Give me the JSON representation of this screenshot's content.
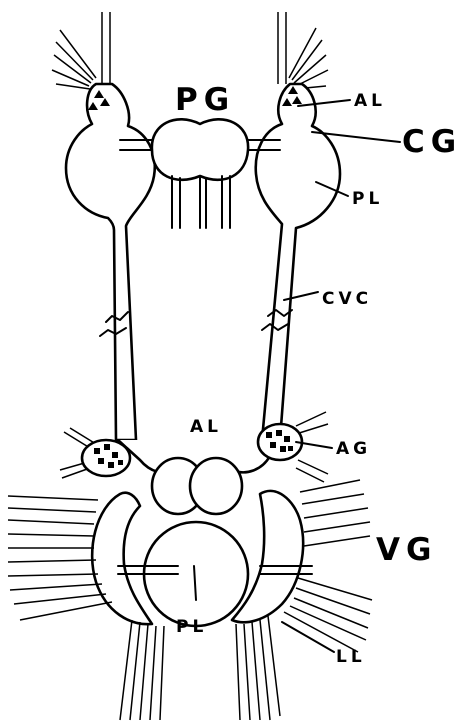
{
  "labels": {
    "pg": "PG",
    "al_top": "AL",
    "cg": "CG",
    "pl_top": "PL",
    "cvc": "CVC",
    "al_mid": "AL",
    "ag": "AG",
    "vg": "VG",
    "pl_bottom": "PL",
    "ll": "LL"
  }
}
